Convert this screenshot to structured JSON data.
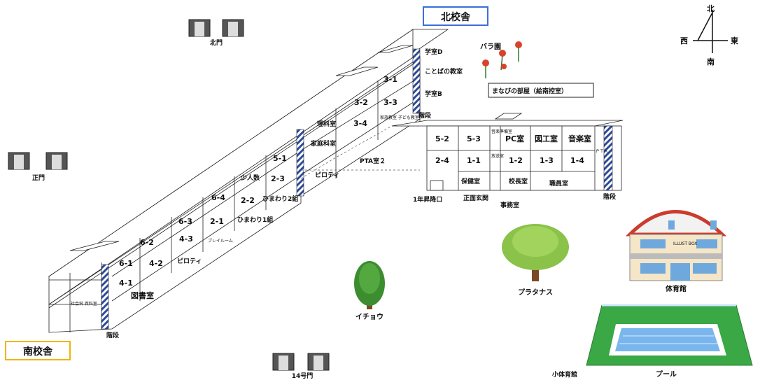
{
  "buildings": {
    "north_building": "北校舎",
    "south_building": "南校舎",
    "north_colors": {
      "border": "#3a6fd8"
    },
    "south_colors": {
      "border": "#f0b400"
    }
  },
  "compass": {
    "north": "北",
    "south": "南",
    "east": "東",
    "west": "西"
  },
  "gates": {
    "north": "北門",
    "main": "正門",
    "gate14": "14号門"
  },
  "rooms": {
    "gakushitsu_d": "学室D",
    "kotoba": "ことばの教室",
    "gakushitsu_b": "学室B",
    "c3_1": "3-1",
    "c3_2": "3-2",
    "c3_3": "3-3",
    "c3_4": "3-4",
    "kazoku": "家族教室\n子ども教室",
    "rika": "理科室",
    "katei": "家庭科室",
    "pta2": "PTA室２",
    "c5_1": "5-1",
    "shoninzu": "少人数",
    "c2_3": "2-3",
    "himawari2": "ひまわり2組",
    "c6_4": "6-4",
    "c2_2": "2-2",
    "himawari1": "ひまわり1組",
    "c6_3": "6-3",
    "c2_1": "2-1",
    "c4_3": "4-3",
    "playroom": "プレイルーム",
    "c6_2": "6-2",
    "c6_1": "6-1",
    "c4_2": "4-2",
    "c4_1": "4-1",
    "piloti": "ピロティ",
    "piloti2": "ピロティ",
    "toshoshitsu": "図書室",
    "shakai": "社会科\n資料室",
    "kaidan_s": "階段",
    "kaidan_n1": "階段",
    "kaidan_n2": "階段",
    "c5_2": "5-2",
    "c5_3": "5-3",
    "ongaku_jumbi": "音楽準備室",
    "pc": "PC室",
    "zuko": "図工室",
    "ongaku": "音楽室",
    "pta_v": "ＰＴＡ",
    "c2_4": "2-4",
    "c1_1": "1-1",
    "hoso": "放送室",
    "c1_2": "1-2",
    "c1_3": "1-3",
    "c1_4": "1-4",
    "hoken": "保健室",
    "kocho": "校長室",
    "shokuin": "職員室",
    "shomen": "正面玄関",
    "jimu": "事務室",
    "nen1": "1年昇降口"
  },
  "outdoor": {
    "baraen": "バラ園",
    "manabi": "まなびの部屋（絵南控室）",
    "icho": "イチョウ",
    "platanus": "プラタナス",
    "taiikukan": "体育館",
    "illust": "ILLUST BOX",
    "shotaiikukan": "小体育館",
    "pool": "プール"
  }
}
